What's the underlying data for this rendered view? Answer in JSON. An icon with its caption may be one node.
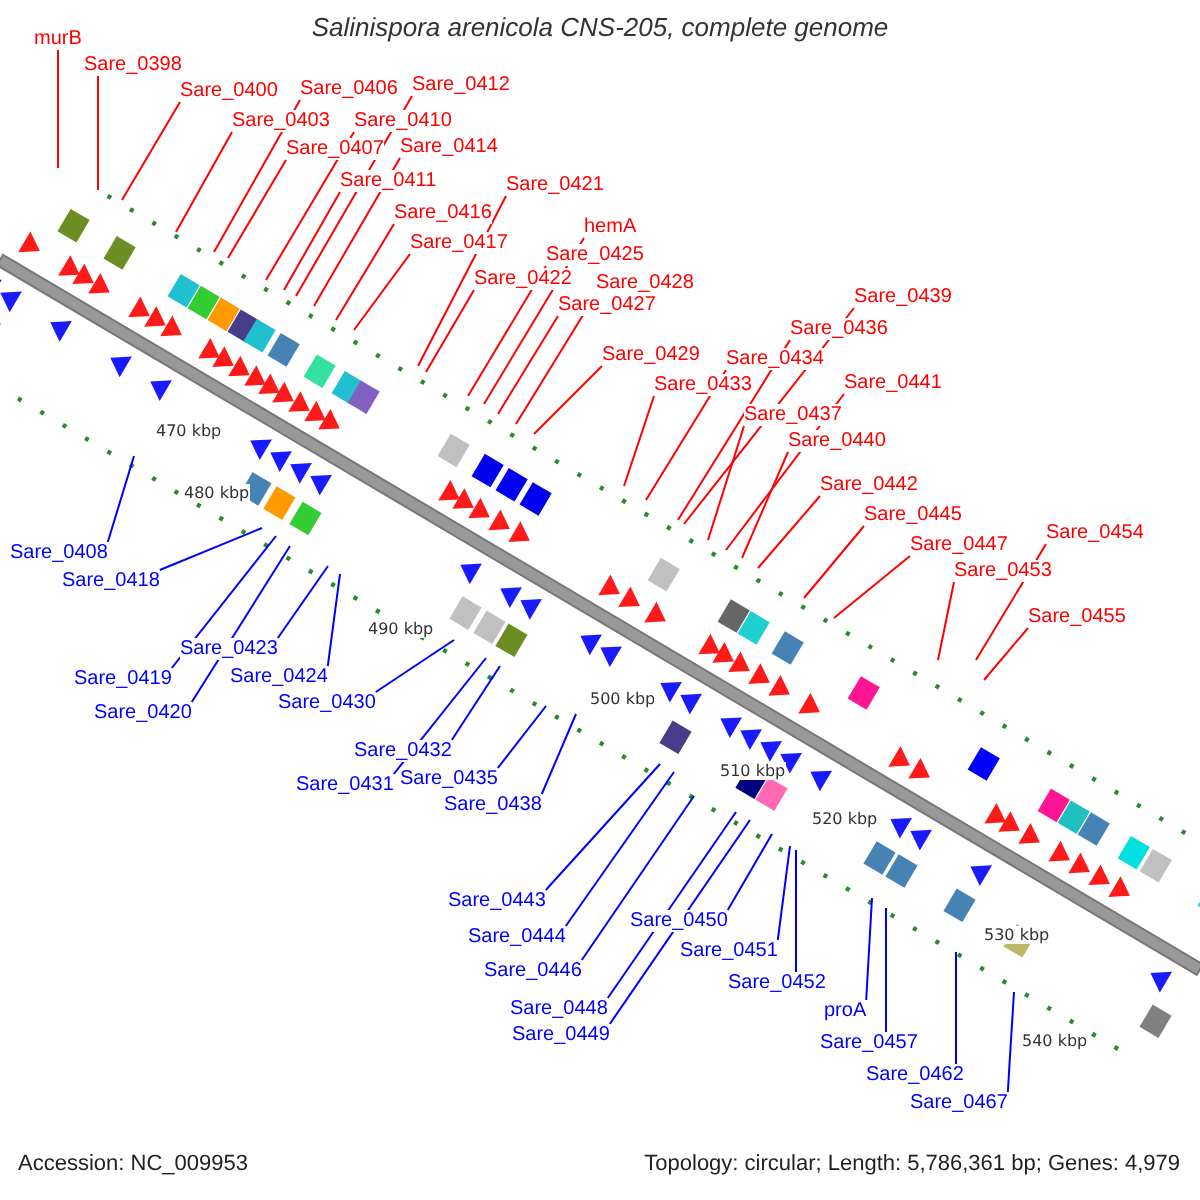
{
  "diagram": {
    "title": "Salinispora arenicola CNS-205, complete genome",
    "nodes": [
      {
        "text": [
          "murB"
        ]
      },
      {
        "text": [
          "Sare_0398"
        ]
      },
      {
        "text": [
          "Sare_0400"
        ]
      },
      {
        "text": [
          "Sare_0403"
        ]
      },
      {
        "text": [
          "Sare_0406"
        ]
      },
      {
        "text": [
          "Sare_0407"
        ]
      },
      {
        "text": [
          "Sare_0410"
        ]
      },
      {
        "text": [
          "Sare_0411"
        ]
      },
      {
        "text": [
          "Sare_0412"
        ]
      },
      {
        "text": [
          "Sare_0414"
        ]
      },
      {
        "text": [
          "Sare_0416"
        ]
      },
      {
        "text": [
          "Sare_0417"
        ]
      },
      {
        "text": [
          "Sare_0421"
        ]
      },
      {
        "text": [
          "Sare_0422"
        ]
      },
      {
        "text": [
          "Sare_0425"
        ]
      },
      {
        "text": [
          "hemA"
        ]
      },
      {
        "text": [
          "Sare_0427"
        ]
      },
      {
        "text": [
          "Sare_0428"
        ]
      },
      {
        "text": [
          "Sare_0429"
        ]
      },
      {
        "text": [
          "Sare_0433"
        ]
      },
      {
        "text": [
          "Sare_0434"
        ]
      },
      {
        "text": [
          "Sare_0436"
        ]
      },
      {
        "text": [
          "Sare_0439"
        ]
      },
      {
        "text": [
          "Sare_0437"
        ]
      },
      {
        "text": [
          "Sare_0441"
        ]
      },
      {
        "text": [
          "Sare_0440"
        ]
      },
      {
        "text": [
          "Sare_0442"
        ]
      },
      {
        "text": [
          "Sare_0445"
        ]
      },
      {
        "text": [
          "Sare_0447"
        ]
      },
      {
        "text": [
          "Sare_0453"
        ]
      },
      {
        "text": [
          "Sare_0454"
        ]
      },
      {
        "text": [
          "Sare_0455"
        ]
      },
      {
        "text": [
          "Sare_0408"
        ]
      },
      {
        "text": [
          "Sare_0418"
        ]
      },
      {
        "text": [
          "Sare_0419"
        ]
      },
      {
        "text": [
          "Sare_0420"
        ]
      },
      {
        "text": [
          "Sare_0423"
        ]
      },
      {
        "text": [
          "Sare_0424"
        ]
      },
      {
        "text": [
          "Sare_0430"
        ]
      },
      {
        "text": [
          "Sare_0431"
        ]
      },
      {
        "text": [
          "Sare_0432"
        ]
      },
      {
        "text": [
          "Sare_0435"
        ]
      },
      {
        "text": [
          "Sare_0438"
        ]
      },
      {
        "text": [
          "Sare_0443"
        ]
      },
      {
        "text": [
          "Sare_0444"
        ]
      },
      {
        "text": [
          "Sare_0446"
        ]
      },
      {
        "text": [
          "Sare_0448"
        ]
      },
      {
        "text": [
          "Sare_0449"
        ]
      },
      {
        "text": [
          "Sare_0450"
        ]
      },
      {
        "text": [
          "Sare_0451"
        ]
      },
      {
        "text": [
          "Sare_0452"
        ]
      },
      {
        "text": [
          "proA"
        ]
      },
      {
        "text": [
          "Sare_0457"
        ]
      },
      {
        "text": [
          "Sare_0462"
        ]
      },
      {
        "text": [
          "Sare_0467"
        ]
      }
    ],
    "edges": [
      {
        "from": 0,
        "to": null,
        "arrow": "none"
      },
      {
        "from": 1,
        "to": null,
        "arrow": "none"
      },
      {
        "from": 2,
        "to": null,
        "arrow": "none"
      },
      {
        "from": 3,
        "to": null,
        "arrow": "none"
      },
      {
        "from": 4,
        "to": null,
        "arrow": "none"
      },
      {
        "from": 5,
        "to": null,
        "arrow": "none"
      },
      {
        "from": 6,
        "to": null,
        "arrow": "none"
      },
      {
        "from": 7,
        "to": null,
        "arrow": "none"
      },
      {
        "from": 8,
        "to": null,
        "arrow": "none"
      },
      {
        "from": 9,
        "to": null,
        "arrow": "none"
      },
      {
        "from": 10,
        "to": null,
        "arrow": "none"
      },
      {
        "from": 11,
        "to": null,
        "arrow": "none"
      },
      {
        "from": 12,
        "to": null,
        "arrow": "none"
      },
      {
        "from": 13,
        "to": null,
        "arrow": "none"
      },
      {
        "from": 14,
        "to": null,
        "arrow": "none"
      },
      {
        "from": 15,
        "to": null,
        "arrow": "none"
      },
      {
        "from": 16,
        "to": null,
        "arrow": "none"
      },
      {
        "from": 17,
        "to": null,
        "arrow": "none"
      },
      {
        "from": 18,
        "to": null,
        "arrow": "none"
      },
      {
        "from": 19,
        "to": null,
        "arrow": "none"
      },
      {
        "from": 20,
        "to": null,
        "arrow": "none"
      },
      {
        "from": 21,
        "to": null,
        "arrow": "none"
      },
      {
        "from": 22,
        "to": null,
        "arrow": "none"
      },
      {
        "from": 23,
        "to": null,
        "arrow": "none"
      },
      {
        "from": 24,
        "to": null,
        "arrow": "none"
      },
      {
        "from": 25,
        "to": null,
        "arrow": "none"
      },
      {
        "from": 26,
        "to": null,
        "arrow": "none"
      },
      {
        "from": 27,
        "to": null,
        "arrow": "none"
      },
      {
        "from": 28,
        "to": null,
        "arrow": "none"
      },
      {
        "from": 29,
        "to": null,
        "arrow": "none"
      },
      {
        "from": 30,
        "to": null,
        "arrow": "none"
      },
      {
        "from": 31,
        "to": null,
        "arrow": "none"
      },
      {
        "from": 32,
        "to": null,
        "arrow": "none",
        "color": "#0000ff"
      },
      {
        "from": 33,
        "to": null,
        "arrow": "none",
        "color": "#0000ff"
      },
      {
        "from": 34,
        "to": null,
        "arrow": "none",
        "color": "#0000ff"
      },
      {
        "from": 35,
        "to": null,
        "arrow": "none",
        "color": "#0000ff"
      },
      {
        "from": 36,
        "to": null,
        "arrow": "none",
        "color": "#0000ff"
      },
      {
        "from": 37,
        "to": null,
        "arrow": "none",
        "color": "#0000ff"
      },
      {
        "from": 38,
        "to": null,
        "arrow": "none",
        "color": "#0000ff"
      },
      {
        "from": 39,
        "to": null,
        "arrow": "none",
        "color": "#0000ff"
      },
      {
        "from": 40,
        "to": null,
        "arrow": "none",
        "color": "#0000ff"
      },
      {
        "from": 41,
        "to": null,
        "arrow": "none",
        "color": "#0000ff"
      },
      {
        "from": 42,
        "to": null,
        "arrow": "none",
        "color": "#0000ff"
      },
      {
        "from": 43,
        "to": null,
        "arrow": "none",
        "color": "#0000ff"
      },
      {
        "from": 44,
        "to": null,
        "arrow": "none",
        "color": "#0000ff"
      },
      {
        "from": 45,
        "to": null,
        "arrow": "none",
        "color": "#0000ff"
      },
      {
        "from": 46,
        "to": null,
        "arrow": "none",
        "color": "#0000ff"
      },
      {
        "from": 47,
        "to": null,
        "arrow": "none",
        "color": "#0000ff"
      },
      {
        "from": 48,
        "to": null,
        "arrow": "none",
        "color": "#0000ff"
      },
      {
        "from": 49,
        "to": null,
        "arrow": "none",
        "color": "#0000ff"
      },
      {
        "from": 50,
        "to": null,
        "arrow": "none",
        "color": "#0000ff"
      },
      {
        "from": 51,
        "to": null,
        "arrow": "none",
        "color": "#0000ff"
      },
      {
        "from": 52,
        "to": null,
        "arrow": "none",
        "color": "#0000ff"
      },
      {
        "from": 53,
        "to": null,
        "arrow": "none",
        "color": "#0000ff"
      },
      {
        "from": 54,
        "to": null,
        "arrow": "none",
        "color": "#0000ff"
      }
    ],
    "labels": [
      "470 kbp",
      "480 kbp",
      "490 kbp",
      "500 kbp",
      "510 kbp",
      "520 kbp",
      "530 kbp",
      "540 kbp",
      "Accession: NC_009953",
      "Topology: circular; Length: 5,786,361 bp; Genes: 4,979"
    ]
  }
}
